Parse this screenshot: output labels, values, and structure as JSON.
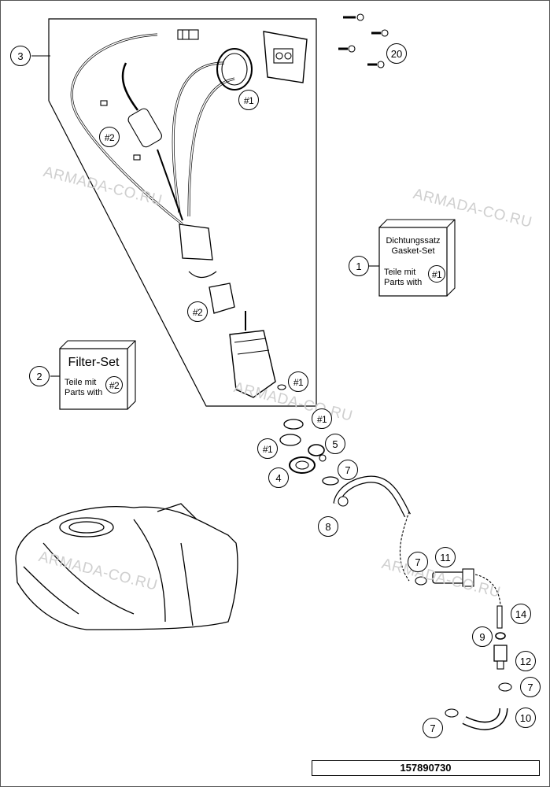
{
  "watermark": "ARMADA-CO.RU",
  "callouts": [
    "1",
    "2",
    "3",
    "4",
    "5",
    "7",
    "8",
    "9",
    "10",
    "11",
    "12",
    "14",
    "20"
  ],
  "ref_1": "#1",
  "ref_2": "#2",
  "kit_gasket": {
    "line1": "Dichtungssatz",
    "line2": "Gasket-Set",
    "line3": "Teile mit",
    "line4": "Parts with",
    "ref": "#1"
  },
  "kit_filter": {
    "title": "Filter-Set",
    "line1": "Teile mit",
    "line2": "Parts with",
    "ref": "#2"
  },
  "diagram_id": "157890730"
}
